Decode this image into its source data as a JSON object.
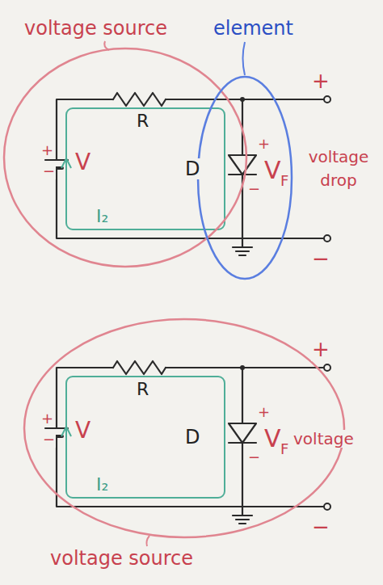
{
  "diagram": {
    "nodes": [
      {
        "text": [
          "voltage source"
        ]
      },
      {
        "text": [
          "element"
        ]
      },
      {
        "text": [
          "voltage source"
        ]
      }
    ],
    "labels": [
      "R",
      "+",
      "−",
      "V",
      "D",
      "+",
      "−",
      "V",
      "F",
      "voltage drop",
      "I₂",
      "+",
      "−",
      "R",
      "+",
      "−",
      "V",
      "D",
      "+",
      "−",
      "V",
      "F",
      "voltage",
      "I₂",
      "+",
      "−"
    ]
  }
}
